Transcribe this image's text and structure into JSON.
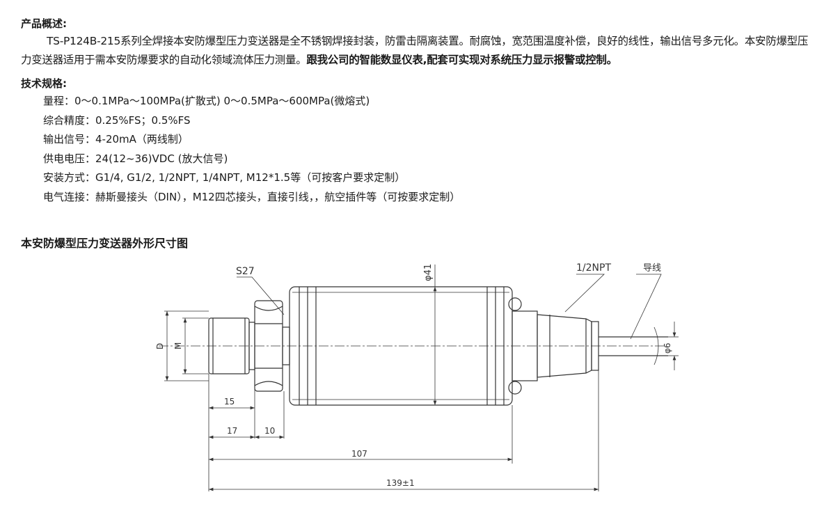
{
  "overview": {
    "heading": "产品概述:",
    "text": "TS-P124B-215系列全焊接本安防爆型压力变送器是全不锈钢焊接封装，防雷击隔离装置。耐腐蚀，宽范围温度补偿，良好的线性，输出信号多元化。本安防爆型压力变送器适用于需本安防爆要求的自动化领域流体压力测量。",
    "bold_text": "跟我公司的智能数显仪表,配套可实现对系统压力显示报警或控制。"
  },
  "specs": {
    "heading": "技术规格:",
    "items": [
      "量程：0～0.1MPa～100MPa(扩散式)    0～0.5MPa～600MPa(微熔式)",
      "综合精度：0.25%FS；0.5%FS",
      "输出信号：4-20mA（两线制）",
      "供电电压：24(12~36)VDC (放大信号)",
      "安装方式：G1/4, G1/2, 1/2NPT, 1/4NPT, M12*1.5等（可按客户要求定制）",
      "电气连接：赫斯曼接头（DIN），M12四芯接头，直接引线，，航空插件等（可按要求定制）"
    ]
  },
  "drawing": {
    "title": "本安防爆型压力变送器外形尺寸图",
    "labels": {
      "s27": "S27",
      "dia41": "φ41",
      "npt": "1/2NPT",
      "wire": "导线",
      "d": "D",
      "m": "M",
      "dia6": "φ6",
      "dim15": "15",
      "dim17": "17",
      "dim10": "10",
      "dim107": "107",
      "dim139": "139±1"
    }
  }
}
